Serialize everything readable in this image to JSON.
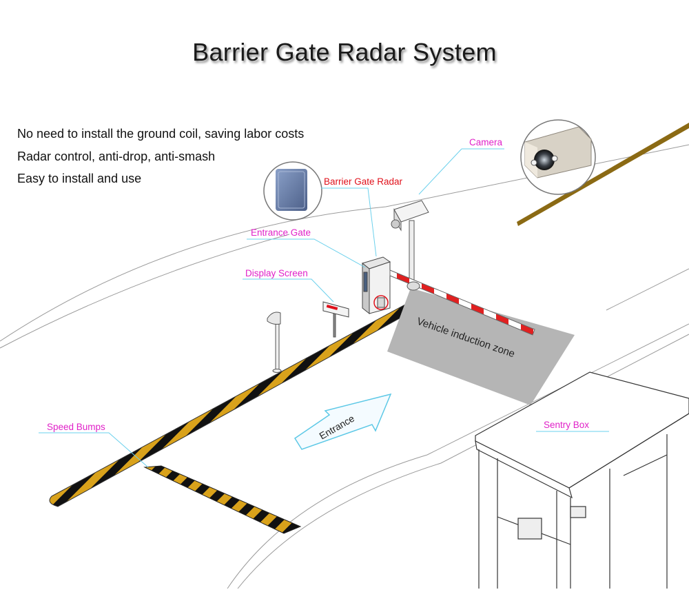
{
  "title": "Barrier Gate Radar System",
  "features": [
    "No need to install the ground coil, saving labor costs",
    "Radar control, anti-drop, anti-smash",
    "Easy to install and use"
  ],
  "labels": {
    "camera": "Camera",
    "radar": "Barrier Gate Radar",
    "entrance_gate": "Entrance Gate",
    "display_screen": "Display Screen",
    "speed_bumps": "Speed Bumps",
    "sentry_box": "Sentry Box",
    "induction_zone": "Vehicle induction zone",
    "entrance": "Entrance"
  },
  "colors": {
    "label_pink": "#e020c8",
    "label_red": "#e0101a",
    "stripe_yellow": "#d9a21b",
    "stripe_black": "#111111",
    "boom_red": "#e02020",
    "zone_gray": "#b5b5b5",
    "arrow_outline": "#5cc8e6"
  }
}
